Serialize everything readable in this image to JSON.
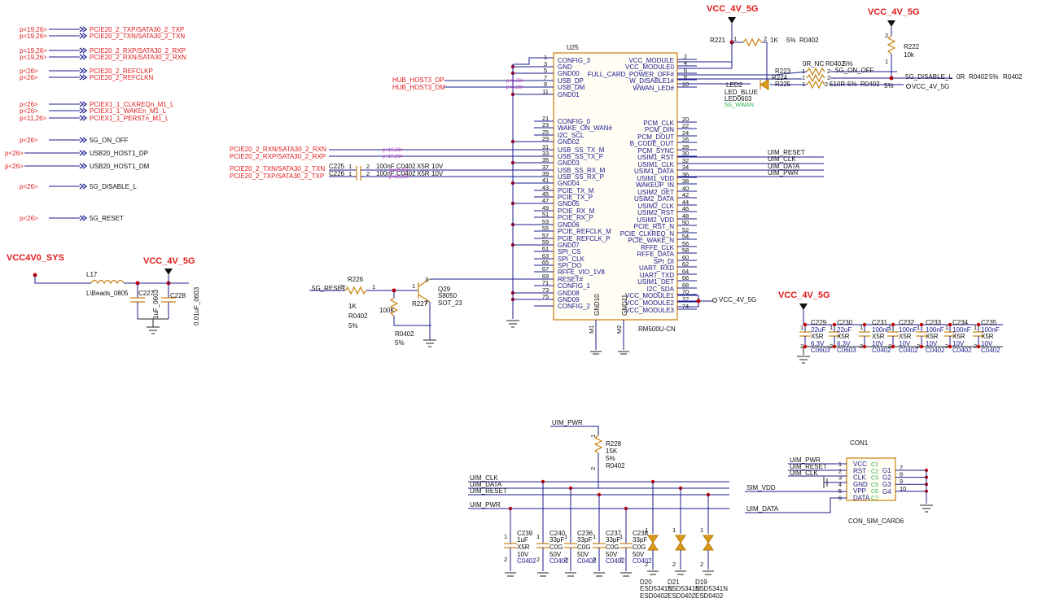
{
  "power_labels": {
    "vcc4v_5g": "VCC_4V_5G",
    "vcc4v0_sys": "VCC4V0_SYS"
  },
  "left_ports": [
    {
      "ref": "p<19,26>",
      "net": "PCIE20_2_TXP/SATA30_2_TXP"
    },
    {
      "ref": "p<19,26>",
      "net": "PCIE20_2_TXN/SATA30_2_TXN"
    },
    {
      "ref": "p<19,26>",
      "net": "PCIE20_2_RXP/SATA30_2_RXP"
    },
    {
      "ref": "p<19,26>",
      "net": "PCIE20_2_RXN/SATA30_2_RXN"
    },
    {
      "ref": "p<26>",
      "net": "PCIE20_2_REFCLKP"
    },
    {
      "ref": "p<26>",
      "net": "PCIE20_2_REFCLKN"
    },
    {
      "ref": "p<26>",
      "net": "PCIEX1_1_CLKREQn_M1_L"
    },
    {
      "ref": "p<26>",
      "net": "PCIEX1_1_WAKEn_M1_L"
    },
    {
      "ref": "p<11,26>",
      "net": "PCIEX1_1_PERSTn_M1_L"
    },
    {
      "ref": "p<26>",
      "net": "5G_ON_OFF"
    },
    {
      "ref": "p<26>",
      "net": "USB20_HOST1_DP"
    },
    {
      "ref": "p<26>",
      "net": "USB20_HOST1_DM"
    },
    {
      "ref": "p<26>",
      "net": "5G_DISABLE_L"
    },
    {
      "ref": "p<26>",
      "net": "5G_RESET"
    }
  ],
  "u25": {
    "ref": "U25",
    "part": "RM500U-CN",
    "left_pins": [
      {
        "n": "1",
        "name": "CONFIG_3"
      },
      {
        "n": "3",
        "name": "GND"
      },
      {
        "n": "5",
        "name": "GND00"
      },
      {
        "n": "7",
        "name": "USB_DP"
      },
      {
        "n": "9",
        "name": "USB_DM"
      },
      {
        "n": "11",
        "name": "GND01"
      },
      {
        "n": "21",
        "name": "CONFIG_0"
      },
      {
        "n": "23",
        "name": "WAKE_ON_WAN#"
      },
      {
        "n": "25",
        "name": "I2C_SCL"
      },
      {
        "n": "29",
        "name": "GND02"
      },
      {
        "n": "31",
        "name": "USB_SS_TX_M"
      },
      {
        "n": "33",
        "name": "USB_SS_TX_P"
      },
      {
        "n": "35",
        "name": "GND03"
      },
      {
        "n": "37",
        "name": "USB_SS_RX_M"
      },
      {
        "n": "39",
        "name": "USB_SS_RX_P"
      },
      {
        "n": "41",
        "name": "GND04"
      },
      {
        "n": "43",
        "name": "PCIE_TX_M"
      },
      {
        "n": "45",
        "name": "PCIE_TX_P"
      },
      {
        "n": "47",
        "name": "GND05"
      },
      {
        "n": "49",
        "name": "PCIE_RX_M"
      },
      {
        "n": "51",
        "name": "PCIE_RX_P"
      },
      {
        "n": "53",
        "name": "GND06"
      },
      {
        "n": "55",
        "name": "PCIE_REFCLK_M"
      },
      {
        "n": "57",
        "name": "PCIE_REFCLK_P"
      },
      {
        "n": "59",
        "name": "GND07"
      },
      {
        "n": "61",
        "name": "SPI_CS"
      },
      {
        "n": "63",
        "name": "SPI_CLK"
      },
      {
        "n": "65",
        "name": "SPI_DO"
      },
      {
        "n": "67",
        "name": "RFFE_VIO_1V8"
      },
      {
        "n": "69",
        "name": "RESET#"
      },
      {
        "n": "71",
        "name": "CONFIG_1"
      },
      {
        "n": "73",
        "name": "GND08"
      },
      {
        "n": "75",
        "name": "GND09"
      },
      {
        "n": "",
        "name": "CONFIG_2"
      }
    ],
    "right_pins": [
      {
        "n": "2",
        "name": "VCC_MODULE"
      },
      {
        "n": "4",
        "name": "VCC_MODULE0"
      },
      {
        "n": "6",
        "name": "FULL_CARD_POWER_OFF#"
      },
      {
        "n": "8",
        "name": "W_DISABLE1#"
      },
      {
        "n": "10",
        "name": "WWAN_LED#"
      },
      {
        "n": "20",
        "name": "PCM_CLK"
      },
      {
        "n": "22",
        "name": "PCM_DIN"
      },
      {
        "n": "24",
        "name": "PCM_DOUT"
      },
      {
        "n": "26",
        "name": "B_CODE_OUT"
      },
      {
        "n": "28",
        "name": "PCM_SYNC"
      },
      {
        "n": "30",
        "name": "USIM1_RST"
      },
      {
        "n": "32",
        "name": "USIM1_CLK"
      },
      {
        "n": "34",
        "name": "USIM1_DATA"
      },
      {
        "n": "36",
        "name": "USIM1_VDD"
      },
      {
        "n": "38",
        "name": "WAKEUP_IN"
      },
      {
        "n": "40",
        "name": "USIM2_DET"
      },
      {
        "n": "42",
        "name": "USIM2_DATA"
      },
      {
        "n": "44",
        "name": "USIM2_CLK"
      },
      {
        "n": "46",
        "name": "USIM2_RST"
      },
      {
        "n": "48",
        "name": "USIM2_VDD"
      },
      {
        "n": "50",
        "name": "PCIE_RST_N"
      },
      {
        "n": "52",
        "name": "PCIE_CLKREQ_N"
      },
      {
        "n": "54",
        "name": "PCIE_WAKE_N"
      },
      {
        "n": "56",
        "name": "RFFE_CLK"
      },
      {
        "n": "58",
        "name": "RFFE_DATA"
      },
      {
        "n": "60",
        "name": "SPI_DI"
      },
      {
        "n": "62",
        "name": "UART_RXD"
      },
      {
        "n": "64",
        "name": "UART_TXD"
      },
      {
        "n": "66",
        "name": "USIM1_DET"
      },
      {
        "n": "68",
        "name": "I2C_SDA"
      },
      {
        "n": "70",
        "name": "VCC_MODULE1"
      },
      {
        "n": "72",
        "name": "VCC_MODULE2"
      },
      {
        "n": "74",
        "name": "VCC_MODULE3"
      }
    ],
    "bottom_pins": [
      {
        "label": "GND10",
        "n": ""
      },
      {
        "label": "GND11",
        "n": ""
      },
      {
        "label": "",
        "n": "M1"
      },
      {
        "label": "",
        "n": "M2"
      }
    ]
  },
  "nets": {
    "hub_host3_dp": "HUB_HOST3_DP",
    "hub_host3_dm": "HUB_HOST3_DM",
    "pcie_rxn": "PCIE20_2_RXN/SATA30_2_RXN",
    "pcie_rxp": "PCIE20_2_RXP/SATA30_2_RXP",
    "pcie_txn": "PCIE20_2_TXN/SATA30_2_TXN",
    "pcie_txp": "PCIE20_2_TXP/SATA30_2_TXP",
    "p526": "p<5,26>",
    "p1926": "p<19,26>",
    "uim_reset": "UIM_RESET",
    "uim_clk": "UIM_CLK",
    "uim_data": "UIM_DATA",
    "uim_pwr": "UIM_PWR",
    "g5_on_off": "5G_ON_OFF",
    "g5_disable_l": "5G_DISABLE_L",
    "g5_reset": "5G_RESET",
    "sim_vdd": "SIM_VDD",
    "vcc_4v_5g_net": "VCC_4V_5G"
  },
  "parts": {
    "c225": {
      "ref": "C225",
      "pin1": "1",
      "pin2": "2",
      "val": "100nF",
      "pkg": "C0402",
      "tol": "X5R",
      "v": "10V"
    },
    "c226": {
      "ref": "C226",
      "pin1": "1",
      "pin2": "2",
      "val": "100nF",
      "pkg": "C0402",
      "tol": "X5R",
      "v": "10V"
    },
    "r221": {
      "ref": "R221",
      "pin1": "1",
      "pin2": "2",
      "val": "1K",
      "tol": "5%",
      "pkg": "R0402"
    },
    "r222": {
      "ref": "R222",
      "pin1": "1",
      "pin2": "2",
      "val": "10k"
    },
    "r223": {
      "ref": "R223",
      "pin1": "1",
      "pin2": "2",
      "val": "0R_NC",
      "pkg": "R0402",
      "tol": "5%"
    },
    "r224": {
      "ref": "R224",
      "pin1": "1",
      "pin2": "2",
      "val": "0R",
      "pkg": "R0402",
      "tol": "5%"
    },
    "r225": {
      "ref": "R225",
      "pin1": "1",
      "pin2": "2",
      "val": "510R",
      "tol": "5%",
      "pkg": "R0402",
      "tol2": "5%"
    },
    "led2": {
      "ref": "LED2",
      "val": "LED_BLUE",
      "pkg": "LED0603",
      "net": "5G_WWAN"
    },
    "r226": {
      "ref": "R226",
      "pin1": "2",
      "pin2": "1",
      "val": "1K",
      "pkg": "R0402",
      "tol": "5%"
    },
    "r227": {
      "ref": "R227",
      "val": "100K",
      "pkg": "R0402",
      "tol": "5%",
      "pin1": "1",
      "pin2": "2"
    },
    "q29": {
      "ref": "Q29",
      "val": "S8050",
      "pkg": "SOT_23",
      "p1": "1",
      "p2": "2",
      "p3": "3"
    },
    "l17": {
      "ref": "L17",
      "val": "L\\Beads_0805"
    },
    "c227": {
      "ref": "C227",
      "val": "1uF_0603"
    },
    "c228": {
      "ref": "C228",
      "val": "0.01uF_0603"
    },
    "r228": {
      "ref": "R228",
      "val": "15K",
      "tol": "5%",
      "pkg": "R0402",
      "pin1": "1",
      "pin2": "2"
    },
    "con1": {
      "ref": "CON1",
      "part": "CON_SIM_CARD6",
      "pins": [
        {
          "n": "1",
          "name": "VCC",
          "c": "C1"
        },
        {
          "n": "2",
          "name": "RST",
          "c": "C2"
        },
        {
          "n": "3",
          "name": "CLK",
          "c": "C3"
        },
        {
          "n": "4",
          "name": "GND",
          "c": "C5"
        },
        {
          "n": "5",
          "name": "VPP",
          "c": "C6"
        },
        {
          "n": "6",
          "name": "DATA",
          "c": "C7"
        }
      ],
      "right": [
        {
          "n": "7",
          "name": "G1"
        },
        {
          "n": "8",
          "name": "G2"
        },
        {
          "n": "9",
          "name": "G3"
        },
        {
          "n": "10",
          "name": "G4"
        }
      ]
    }
  },
  "caps_right": [
    {
      "ref": "C229",
      "val": "22uF",
      "tol": "X5R",
      "v": "6.3V",
      "pkg": "C0603"
    },
    {
      "ref": "C230",
      "val": "22uF",
      "tol": "X5R",
      "v": "6.3V",
      "pkg": "C0603"
    },
    {
      "ref": "C231",
      "val": "100nF",
      "tol": "X5R",
      "v": "10V",
      "pkg": "C0402"
    },
    {
      "ref": "C232",
      "val": "100nF",
      "tol": "X5R",
      "v": "10V",
      "pkg": "C0402"
    },
    {
      "ref": "C233",
      "val": "100nF",
      "tol": "X5R",
      "v": "10V",
      "pkg": "C0402"
    },
    {
      "ref": "C234",
      "val": "100nF",
      "tol": "X5R",
      "v": "10V",
      "pkg": "C0402"
    },
    {
      "ref": "C235",
      "val": "100nF",
      "tol": "X5R",
      "v": "10V",
      "pkg": "C0402"
    }
  ],
  "caps_bottom": [
    {
      "ref": "C239",
      "val": "1uF",
      "tol": "X5R",
      "v": "10V",
      "pkg": "C0402"
    },
    {
      "ref": "C240",
      "val": "33pF",
      "tol": "C0G",
      "v": "50V",
      "pkg": "C0402"
    },
    {
      "ref": "C236",
      "val": "33pF",
      "tol": "C0G",
      "v": "50V",
      "pkg": "C0402"
    },
    {
      "ref": "C237",
      "val": "33pF",
      "tol": "C0G",
      "v": "50V",
      "pkg": "C0402"
    },
    {
      "ref": "C238",
      "val": "33pF",
      "tol": "C0G",
      "v": "50V",
      "pkg": "C0402"
    }
  ],
  "diodes": [
    {
      "ref": "D20",
      "val": "ESD5341N",
      "pkg": "ESD0402"
    },
    {
      "ref": "D21",
      "val": "ESD5341N",
      "pkg": "ESD0402"
    },
    {
      "ref": "D19",
      "val": "ESD5341N",
      "pkg": "ESD0402"
    }
  ],
  "pin_numbers": {
    "one": "1",
    "two": "2"
  }
}
